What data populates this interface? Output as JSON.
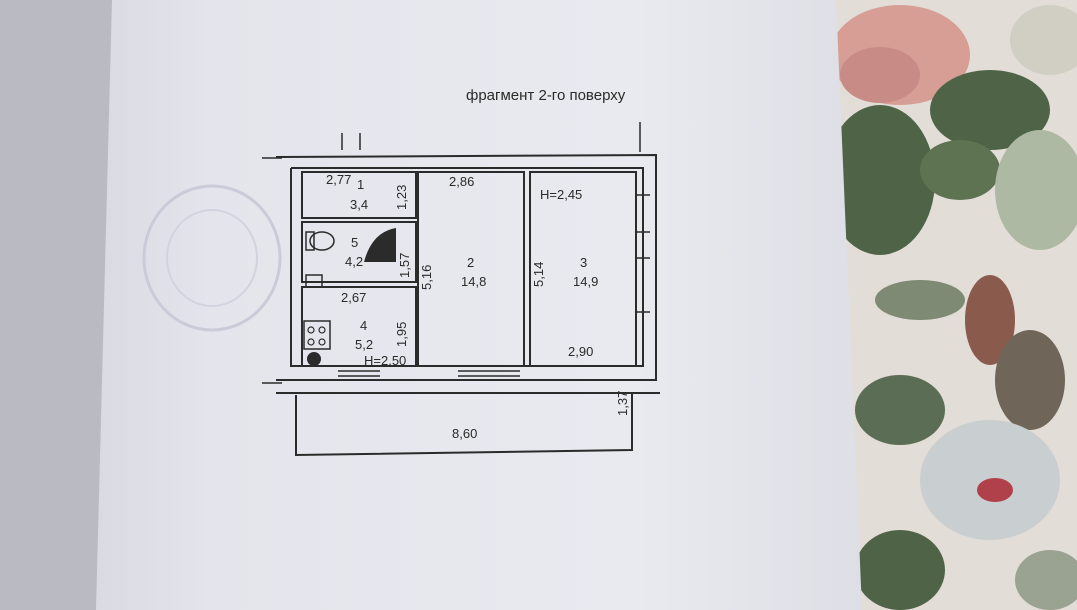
{
  "plan": {
    "title": "фрагмент 2-го поверху",
    "rooms": [
      {
        "number": "1",
        "area": "3,4"
      },
      {
        "number": "2",
        "area": "14,8"
      },
      {
        "number": "3",
        "area": "14,9"
      },
      {
        "number": "4",
        "area": "5,2"
      },
      {
        "number": "5",
        "area": "4,2"
      }
    ],
    "dimensions": {
      "room1_width": "2,77",
      "room1_depth": "1,23",
      "room2_width": "2,86",
      "room2_length": "5,16",
      "room3_length": "5,14",
      "room3_width": "2,90",
      "room4_width": "2,67",
      "room4_depth": "1,95",
      "room5_depth": "1,57",
      "balcony_length": "8,60",
      "balcony_depth": "1,37"
    },
    "heights": {
      "right": "H=2,45",
      "left": "H=2,50"
    }
  },
  "colors": {
    "paper": "#e7e8ef",
    "ink": "#2b2b2b",
    "fabric_base": "#e3ddd7",
    "leaf": "#4f6447",
    "rose": "#c98b86"
  }
}
